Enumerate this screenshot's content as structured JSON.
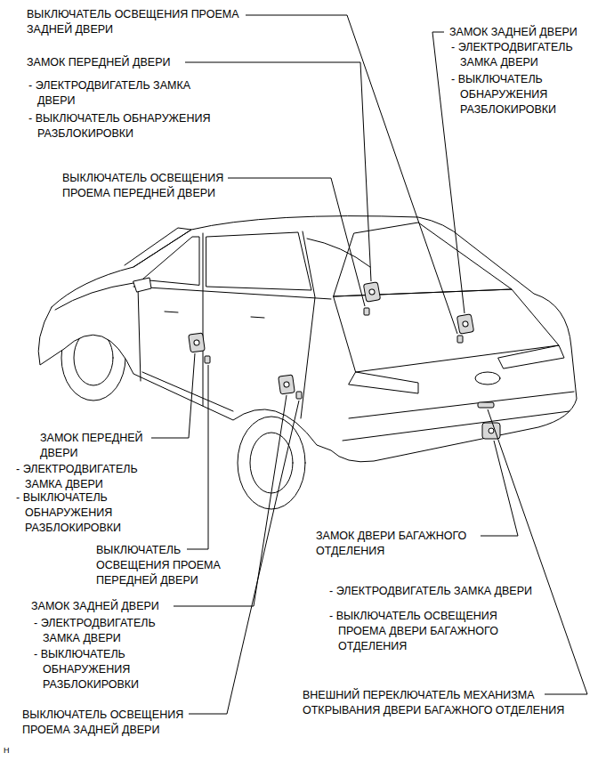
{
  "diagram": {
    "labels": [
      "ВЫКЛЮЧАТЕЛЬ ОСВЕЩЕНИЯ ПРОЕМА ЗАДНЕЙ ДВЕРИ",
      "ЗАМОК ЗАДНЕЙ ДВЕРИ",
      "- ЭЛЕКТРОДВИГАТЕЛЬ ЗАМКА ДВЕРИ",
      "ЗАМОК ПЕРЕДНЕЙ ДВЕРИ",
      "- ВЫКЛЮЧАТЕЛЬ ОБНАРУЖЕНИЯ РАЗБЛОКИРОВКИ",
      "- ЭЛЕКТРОДВИГАТЕЛЬ ЗАМКА ДВЕРИ",
      "- ВЫКЛЮЧАТЕЛЬ ОБНАРУЖЕНИЯ РАЗБЛОКИРОВКИ",
      "ВЫКЛЮЧАТЕЛЬ ОСВЕЩЕНИЯ ПРОЕМА ПЕРЕДНЕЙ ДВЕРИ",
      "ЗАМОК ПЕРЕДНЕЙ ДВЕРИ",
      "- ЭЛЕКТРОДВИГАТЕЛЬ ЗАМКА ДВЕРИ",
      "- ВЫКЛЮЧАТЕЛЬ ОБНАРУЖЕНИЯ РАЗБЛОКИРОВКИ",
      "ЗАМОК ДВЕРИ БАГАЖНОГО ОТДЕЛЕНИЯ",
      "ВЫКЛЮЧАТЕЛЬ ОСВЕЩЕНИЯ ПРОЕМА ПЕРЕДНЕЙ ДВЕРИ",
      "- ЭЛЕКТРОДВИГАТЕЛЬ ЗАМКА ДВЕРИ",
      "ЗАМОК ЗАДНЕЙ ДВЕРИ",
      "- ВЫКЛЮЧАТЕЛЬ ОСВЕЩЕНИЯ ПРОЕМА ДВЕРИ БАГАЖНОГО ОТДЕЛЕНИЯ",
      "- ЭЛЕКТРОДВИГАТЕЛЬ ЗАМКА ДВЕРИ",
      "- ВЫКЛЮЧАТЕЛЬ ОБНАРУЖЕНИЯ РАЗБЛОКИРОВКИ",
      "ВНЕШНИЙ ПЕРЕКЛЮЧАТЕЛЬ МЕХАНИЗМА ОТКРЫВАНИЯ ДВЕРИ БАГАЖНОГО ОТДЕЛЕНИЯ",
      "ВЫКЛЮЧАТЕЛЬ ОСВЕЩЕНИЯ ПРОЕМА ЗАДНЕЙ ДВЕРИ",
      "H"
    ]
  }
}
